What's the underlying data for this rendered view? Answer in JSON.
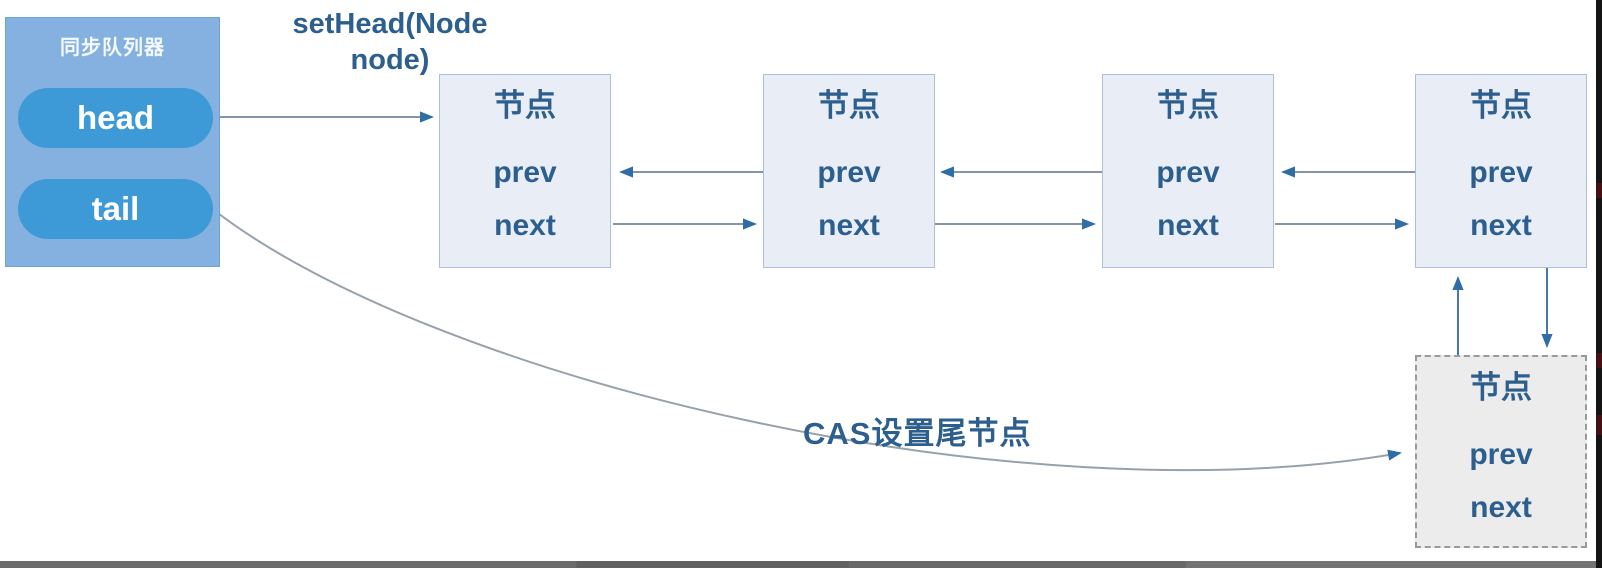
{
  "sync_queue": {
    "title": "同步队列器",
    "head_label": "head",
    "tail_label": "tail"
  },
  "labels": {
    "set_head": "setHead(Node node)",
    "cas": "CAS设置尾节点"
  },
  "nodes": [
    {
      "title": "节点",
      "prev": "prev",
      "next": "next"
    },
    {
      "title": "节点",
      "prev": "prev",
      "next": "next"
    },
    {
      "title": "节点",
      "prev": "prev",
      "next": "next"
    },
    {
      "title": "节点",
      "prev": "prev",
      "next": "next"
    },
    {
      "title": "节点",
      "prev": "prev",
      "next": "next"
    }
  ],
  "colors": {
    "sync-box": "#84b1df",
    "pill": "#3e9ad7",
    "node-fill": "#e9edf5",
    "node-border": "#aebfd6",
    "dashed-fill": "#ececec",
    "text-blue": "#2d5f8e",
    "arrow-line": "#8495a8",
    "arrow-vert": "#4678a8",
    "arrow-head": "#2e6da6"
  }
}
